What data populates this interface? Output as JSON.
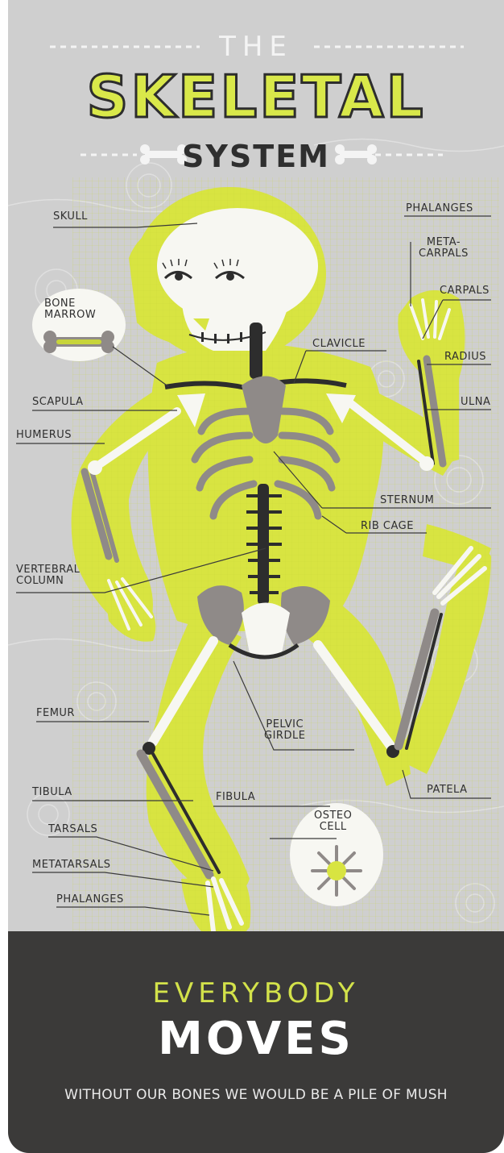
{
  "title": {
    "the": "THE",
    "main": "SKELETAL",
    "sub": "SYSTEM"
  },
  "labels": {
    "skull": "SKULL",
    "bone_marrow": "BONE\nMARROW",
    "scapula": "SCAPULA",
    "humerus": "HUMERUS",
    "vertebral_column": "VERTEBRAL\nCOLUMN",
    "femur": "FEMUR",
    "tibula": "TIBULA",
    "tarsals": "TARSALS",
    "metatarsals": "METATARSALS",
    "phalanges_foot": "PHALANGES",
    "phalanges_hand": "PHALANGES",
    "metacarpals": "META-\nCARPALS",
    "carpals": "CARPALS",
    "clavicle": "CLAVICLE",
    "radius": "RADIUS",
    "ulna": "ULNA",
    "sternum": "STERNUM",
    "rib_cage": "RIB CAGE",
    "pelvic_girdle": "PELVIC\nGIRDLE",
    "fibula": "FIBULA",
    "osteo_cell": "OSTEO\nCELL",
    "patela": "PATELA"
  },
  "footer": {
    "line1": "EVERYBODY",
    "line2": "MOVES",
    "note": "WITHOUT OUR BONES WE WOULD BE A PILE OF MUSH"
  },
  "colors": {
    "background": "#cfcfcf",
    "body_yellow": "#d8e441",
    "bone_white": "#f7f7f2",
    "bone_gray": "#8f8a88",
    "ink": "#2d2d2d",
    "footer": "#3b3a39",
    "accent": "#d3e24a"
  }
}
